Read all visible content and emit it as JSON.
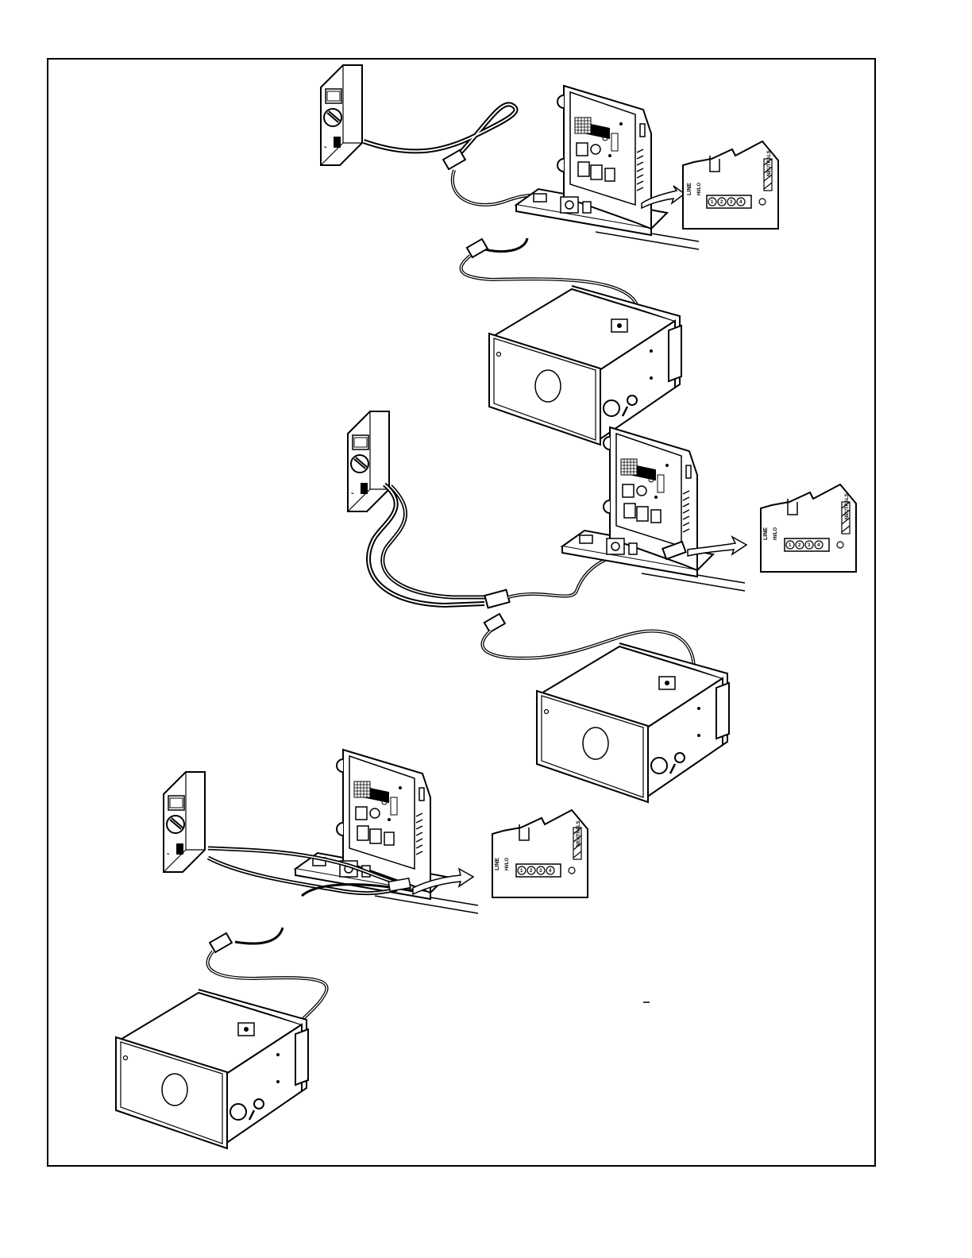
{
  "terminal_labels": {
    "line": "LINE",
    "hi_lo": "HI/LO",
    "neutrals": "NEUTRALS",
    "pins": [
      "1",
      "2",
      "3",
      "4"
    ]
  },
  "colors": {
    "line": "#000000",
    "fill": "#ffffff",
    "shade": "#e6e6e6"
  }
}
